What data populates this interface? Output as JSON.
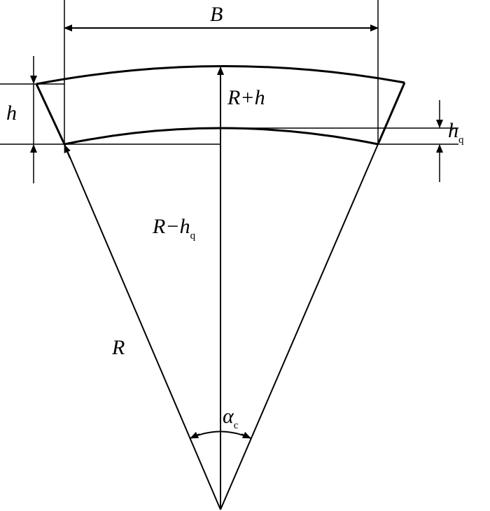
{
  "labels": {
    "B": "B",
    "R_plus_h": "R+h",
    "h": "h",
    "h_q_main": "h",
    "h_q_sub": "q",
    "R_minus_main": "R−h",
    "R_minus_sub": "q",
    "R": "R",
    "alpha_main": "α",
    "alpha_sub": "c"
  },
  "colors": {
    "stroke": "#000000",
    "background": "#ffffff"
  }
}
